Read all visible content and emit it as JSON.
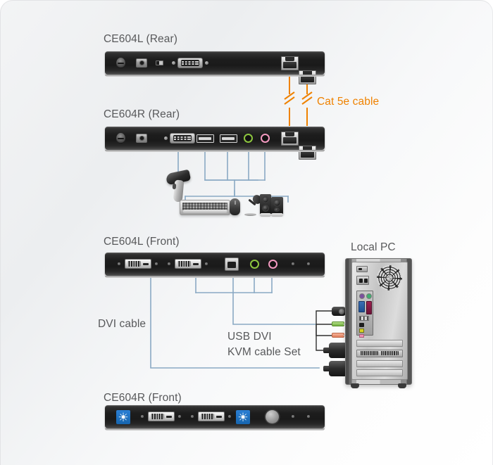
{
  "diagram": {
    "title": "CE604 KVM Extender Connection Diagram",
    "labels": {
      "ce604l_rear": "CE604L (Rear)",
      "ce604r_rear": "CE604R (Rear)",
      "ce604l_front": "CE604L (Front)",
      "ce604r_front": "CE604R (Front)",
      "cat5e": "Cat 5e cable",
      "local_pc": "Local PC",
      "dvi_cable": "DVI cable",
      "kvm_cable_line1": "USB DVI",
      "kvm_cable_line2": "KVM cable Set"
    },
    "colors": {
      "label_text": "#58595b",
      "cat5e_orange": "#ef8200",
      "wire_blue": "#8aa9c4",
      "chassis_dark": "#1d1d1d",
      "audio_green": "#8dc63f",
      "audio_pink": "#f49ac1",
      "brightness_blue": "#2b7fd4",
      "background": "#f3f4f5"
    },
    "devices": [
      {
        "id": "ce604l-rear",
        "name": "CE604L (Rear)",
        "ports": [
          "antenna-knob",
          "dc-power-jack",
          "rocker-switch",
          "db9-serial-port",
          "rj45-port-1",
          "rj45-port-2"
        ]
      },
      {
        "id": "ce604r-rear",
        "name": "CE604R (Rear)",
        "ports": [
          "antenna-knob",
          "dc-power-jack",
          "db9-serial-port",
          "usb-port-1",
          "usb-port-2",
          "audio-line-out-green",
          "mic-in-pink",
          "rj45-port-1",
          "rj45-port-2"
        ]
      },
      {
        "id": "ce604l-front",
        "name": "CE604L (Front)",
        "ports": [
          "dvi-port-1",
          "dvi-port-2",
          "usb-b-port",
          "audio-out-green",
          "mic-in-pink",
          "led-1",
          "led-2"
        ]
      },
      {
        "id": "ce604r-front",
        "name": "CE604R (Front)",
        "ports": [
          "brightness-button-left",
          "dvi-port-1",
          "dvi-port-2",
          "brightness-button-right",
          "power-button",
          "led-1",
          "led-2"
        ]
      }
    ],
    "peripherals": [
      {
        "id": "barcode-scanner",
        "name": "Barcode Scanner"
      },
      {
        "id": "keyboard",
        "name": "Keyboard"
      },
      {
        "id": "mouse",
        "name": "Mouse"
      },
      {
        "id": "microphone",
        "name": "Microphone"
      },
      {
        "id": "speakers",
        "name": "Speakers"
      }
    ],
    "cables": [
      {
        "id": "cat5e-link",
        "label": "Cat 5e cable",
        "color": "#ef8200",
        "connects": [
          "ce604l-rear-rj45",
          "ce604r-rear-rj45"
        ]
      },
      {
        "id": "dvi-cable",
        "label": "DVI cable",
        "color": "#8aa9c4",
        "connects": [
          "ce604l-front-dvi",
          "local-pc-dvi"
        ]
      },
      {
        "id": "usb-dvi-kvm-cable-set",
        "label": "USB DVI KVM cable Set",
        "color": "#8aa9c4",
        "connects": [
          "ce604l-front-ports",
          "local-pc-io"
        ]
      }
    ],
    "pc": {
      "name": "Local PC",
      "features": [
        "psu-switch",
        "psu-socket",
        "exhaust-fan",
        "ps2-ports",
        "vga-port",
        "parallel-port",
        "usb-ports",
        "serial-port",
        "lan-port",
        "audio-ports",
        "expansion-slots",
        "dvi-graphics-card"
      ]
    }
  }
}
